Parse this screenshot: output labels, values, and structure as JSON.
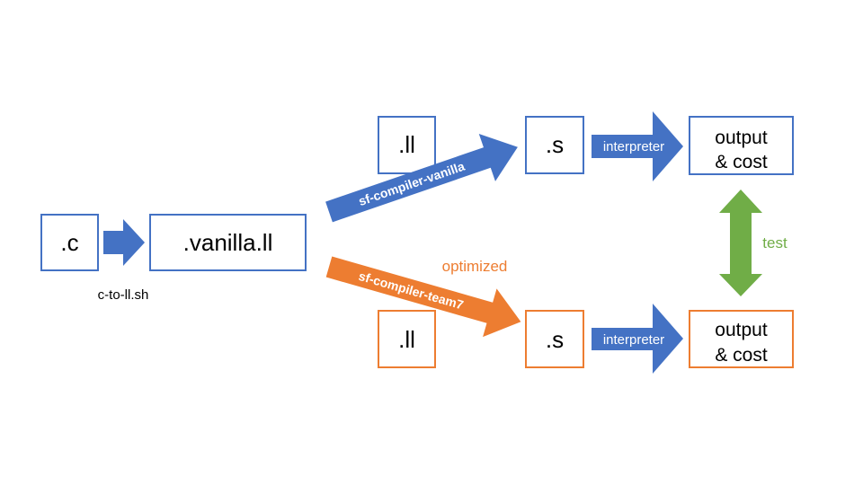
{
  "colors": {
    "blue": "#4472C4",
    "orange": "#ED7D31",
    "green": "#70AD47",
    "text": "#000000",
    "arrow_text": "#FFFFFF"
  },
  "source": {
    "c_file": ".c",
    "vanilla_ll": ".vanilla.ll",
    "script_label": "c-to-ll.sh"
  },
  "vanilla_path": {
    "ll": ".ll",
    "s": ".s",
    "compiler_label": "sf-compiler-vanilla",
    "interpreter_label": "interpreter",
    "output_line1": "output",
    "output_line2": "& cost"
  },
  "team_path": {
    "ll": ".ll",
    "s": ".s",
    "compiler_label": "sf-compiler-team7",
    "optimized_label": "optimized",
    "interpreter_label": "interpreter",
    "output_line1": "output",
    "output_line2": "& cost"
  },
  "test_label": "test"
}
